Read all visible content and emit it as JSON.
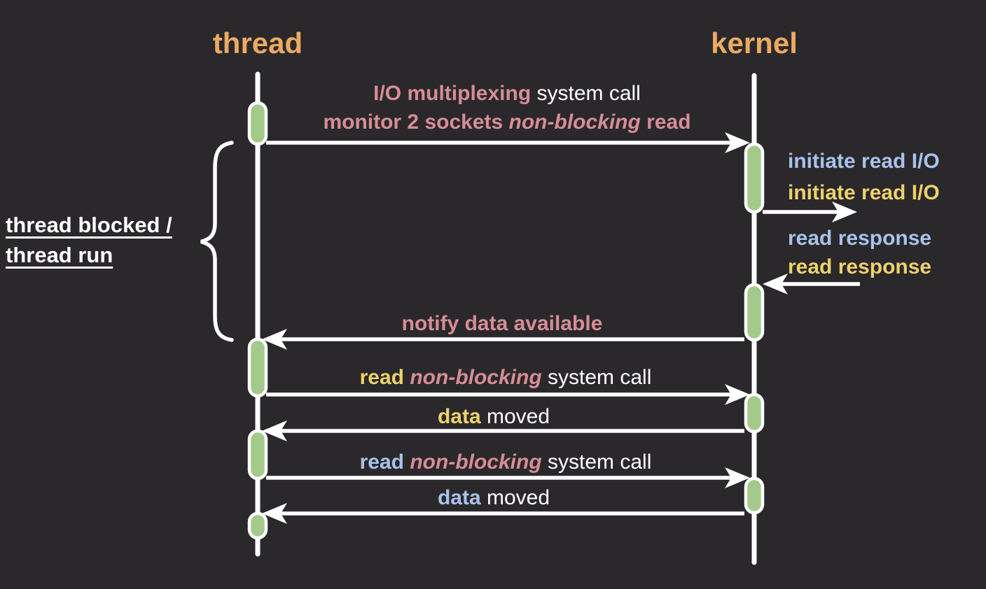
{
  "palette": {
    "background": "#2a282b",
    "orange": "#ebaa62",
    "pink": "#d68d96",
    "blue": "#a8c2eb",
    "yellow": "#edd26b",
    "white": "#ffffff",
    "green-bar": "#a4ca8b"
  },
  "header": {
    "thread": "thread",
    "kernel": "kernel"
  },
  "side_note": {
    "line1": "thread blocked /",
    "line2": "thread run"
  },
  "labels": {
    "msg1_line1": [
      {
        "text": "I/O multiplexing ",
        "color": "pink",
        "bold": true
      },
      {
        "text": "system call",
        "color": "white",
        "bold": false
      }
    ],
    "msg1_line2": [
      {
        "text": "monitor 2 sockets ",
        "color": "pink",
        "bold": true
      },
      {
        "text": "non-blocking",
        "color": "pink",
        "bold": true,
        "italic": true
      },
      {
        "text": " read",
        "color": "pink",
        "bold": true
      }
    ],
    "initiate_1": [
      {
        "text": "initiate read I/O",
        "color": "blue",
        "bold": true
      }
    ],
    "initiate_2": [
      {
        "text": "initiate read I/O",
        "color": "yellow",
        "bold": true
      }
    ],
    "response_1": [
      {
        "text": "read response",
        "color": "blue",
        "bold": true
      }
    ],
    "response_2": [
      {
        "text": "read response",
        "color": "yellow",
        "bold": true
      }
    ],
    "notify": [
      {
        "text": "notify data available",
        "color": "pink",
        "bold": true
      }
    ],
    "read_call_1": [
      {
        "text": "read ",
        "color": "yellow",
        "bold": true
      },
      {
        "text": "non-blocking",
        "color": "pink",
        "bold": true,
        "italic": true
      },
      {
        "text": " system call",
        "color": "white",
        "bold": false
      }
    ],
    "data_moved_1": [
      {
        "text": "data ",
        "color": "yellow",
        "bold": true
      },
      {
        "text": "moved",
        "color": "white",
        "bold": false
      }
    ],
    "read_call_2": [
      {
        "text": "read ",
        "color": "blue",
        "bold": true
      },
      {
        "text": "non-blocking",
        "color": "pink",
        "bold": true,
        "italic": true
      },
      {
        "text": " system call",
        "color": "white",
        "bold": false
      }
    ],
    "data_moved_2": [
      {
        "text": "data ",
        "color": "blue",
        "bold": true
      },
      {
        "text": "moved",
        "color": "white",
        "bold": false
      }
    ]
  }
}
